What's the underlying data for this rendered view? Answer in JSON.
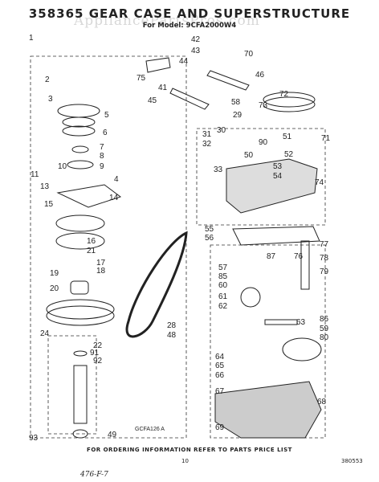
{
  "header": {
    "title": "358365 GEAR CASE AND SUPERSTRUCTURE",
    "model": "For Model: 9CFA2000W4",
    "watermark": "AppliancePartsPros.com"
  },
  "callouts": [
    "1",
    "2",
    "3",
    "4",
    "5",
    "6",
    "7",
    "8",
    "9",
    "10",
    "11",
    "13",
    "14",
    "15",
    "16",
    "17",
    "18",
    "19",
    "20",
    "21",
    "22",
    "24",
    "28",
    "29",
    "30",
    "31",
    "32",
    "33",
    "41",
    "42",
    "43",
    "44",
    "45",
    "46",
    "48",
    "49",
    "50",
    "51",
    "52",
    "53",
    "54",
    "55",
    "56",
    "57",
    "58",
    "59",
    "60",
    "61",
    "62",
    "63",
    "64",
    "65",
    "66",
    "67",
    "68",
    "69",
    "70",
    "71",
    "72",
    "73",
    "74",
    "75",
    "76",
    "77",
    "78",
    "79",
    "80",
    "85",
    "86",
    "87",
    "90",
    "91",
    "92",
    "93"
  ],
  "drawing_code": "GCFA126 A",
  "footer": {
    "instruction": "FOR ORDERING INFORMATION REFER TO PARTS PRICE LIST",
    "page": "10",
    "doc_code": "380553",
    "handwritten": "476-F-7"
  }
}
